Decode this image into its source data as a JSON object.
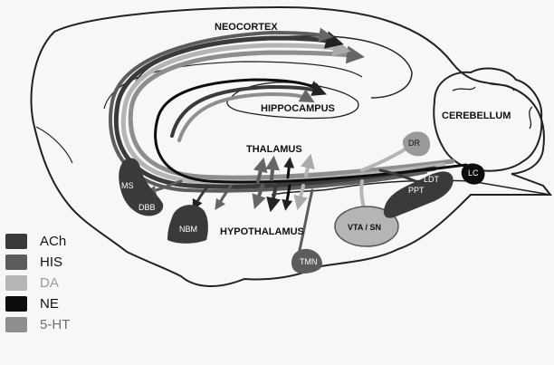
{
  "labels": {
    "neocortex": "NEOCORTEX",
    "hippocampus": "HIPPOCAMPUS",
    "cerebellum": "CEREBELLUM",
    "thalamus": "THALAMUS",
    "hypothalamus": "HYPOTHALAMUS"
  },
  "nuclei": {
    "ms": "MS",
    "dbb": "DBB",
    "nbm": "NBM",
    "tmn": "TMN",
    "vta_sn": "VTA / SN",
    "ldt": "LDT",
    "ppt": "PPT",
    "dr": "DR",
    "lc": "LC"
  },
  "legend": [
    {
      "label": "ACh",
      "color": "#3a3a3a"
    },
    {
      "label": "HIS",
      "color": "#5c5c5c"
    },
    {
      "label": "DA",
      "color": "#b5b5b5"
    },
    {
      "label": "NE",
      "color": "#0d0d0d"
    },
    {
      "label": "5-HT",
      "color": "#8e8e8e"
    }
  ],
  "colors": {
    "ach": "#3a3a3a",
    "his": "#5c5c5c",
    "da": "#b5b5b5",
    "ne": "#0d0d0d",
    "ht5": "#8e8e8e",
    "outline": "#222222"
  }
}
